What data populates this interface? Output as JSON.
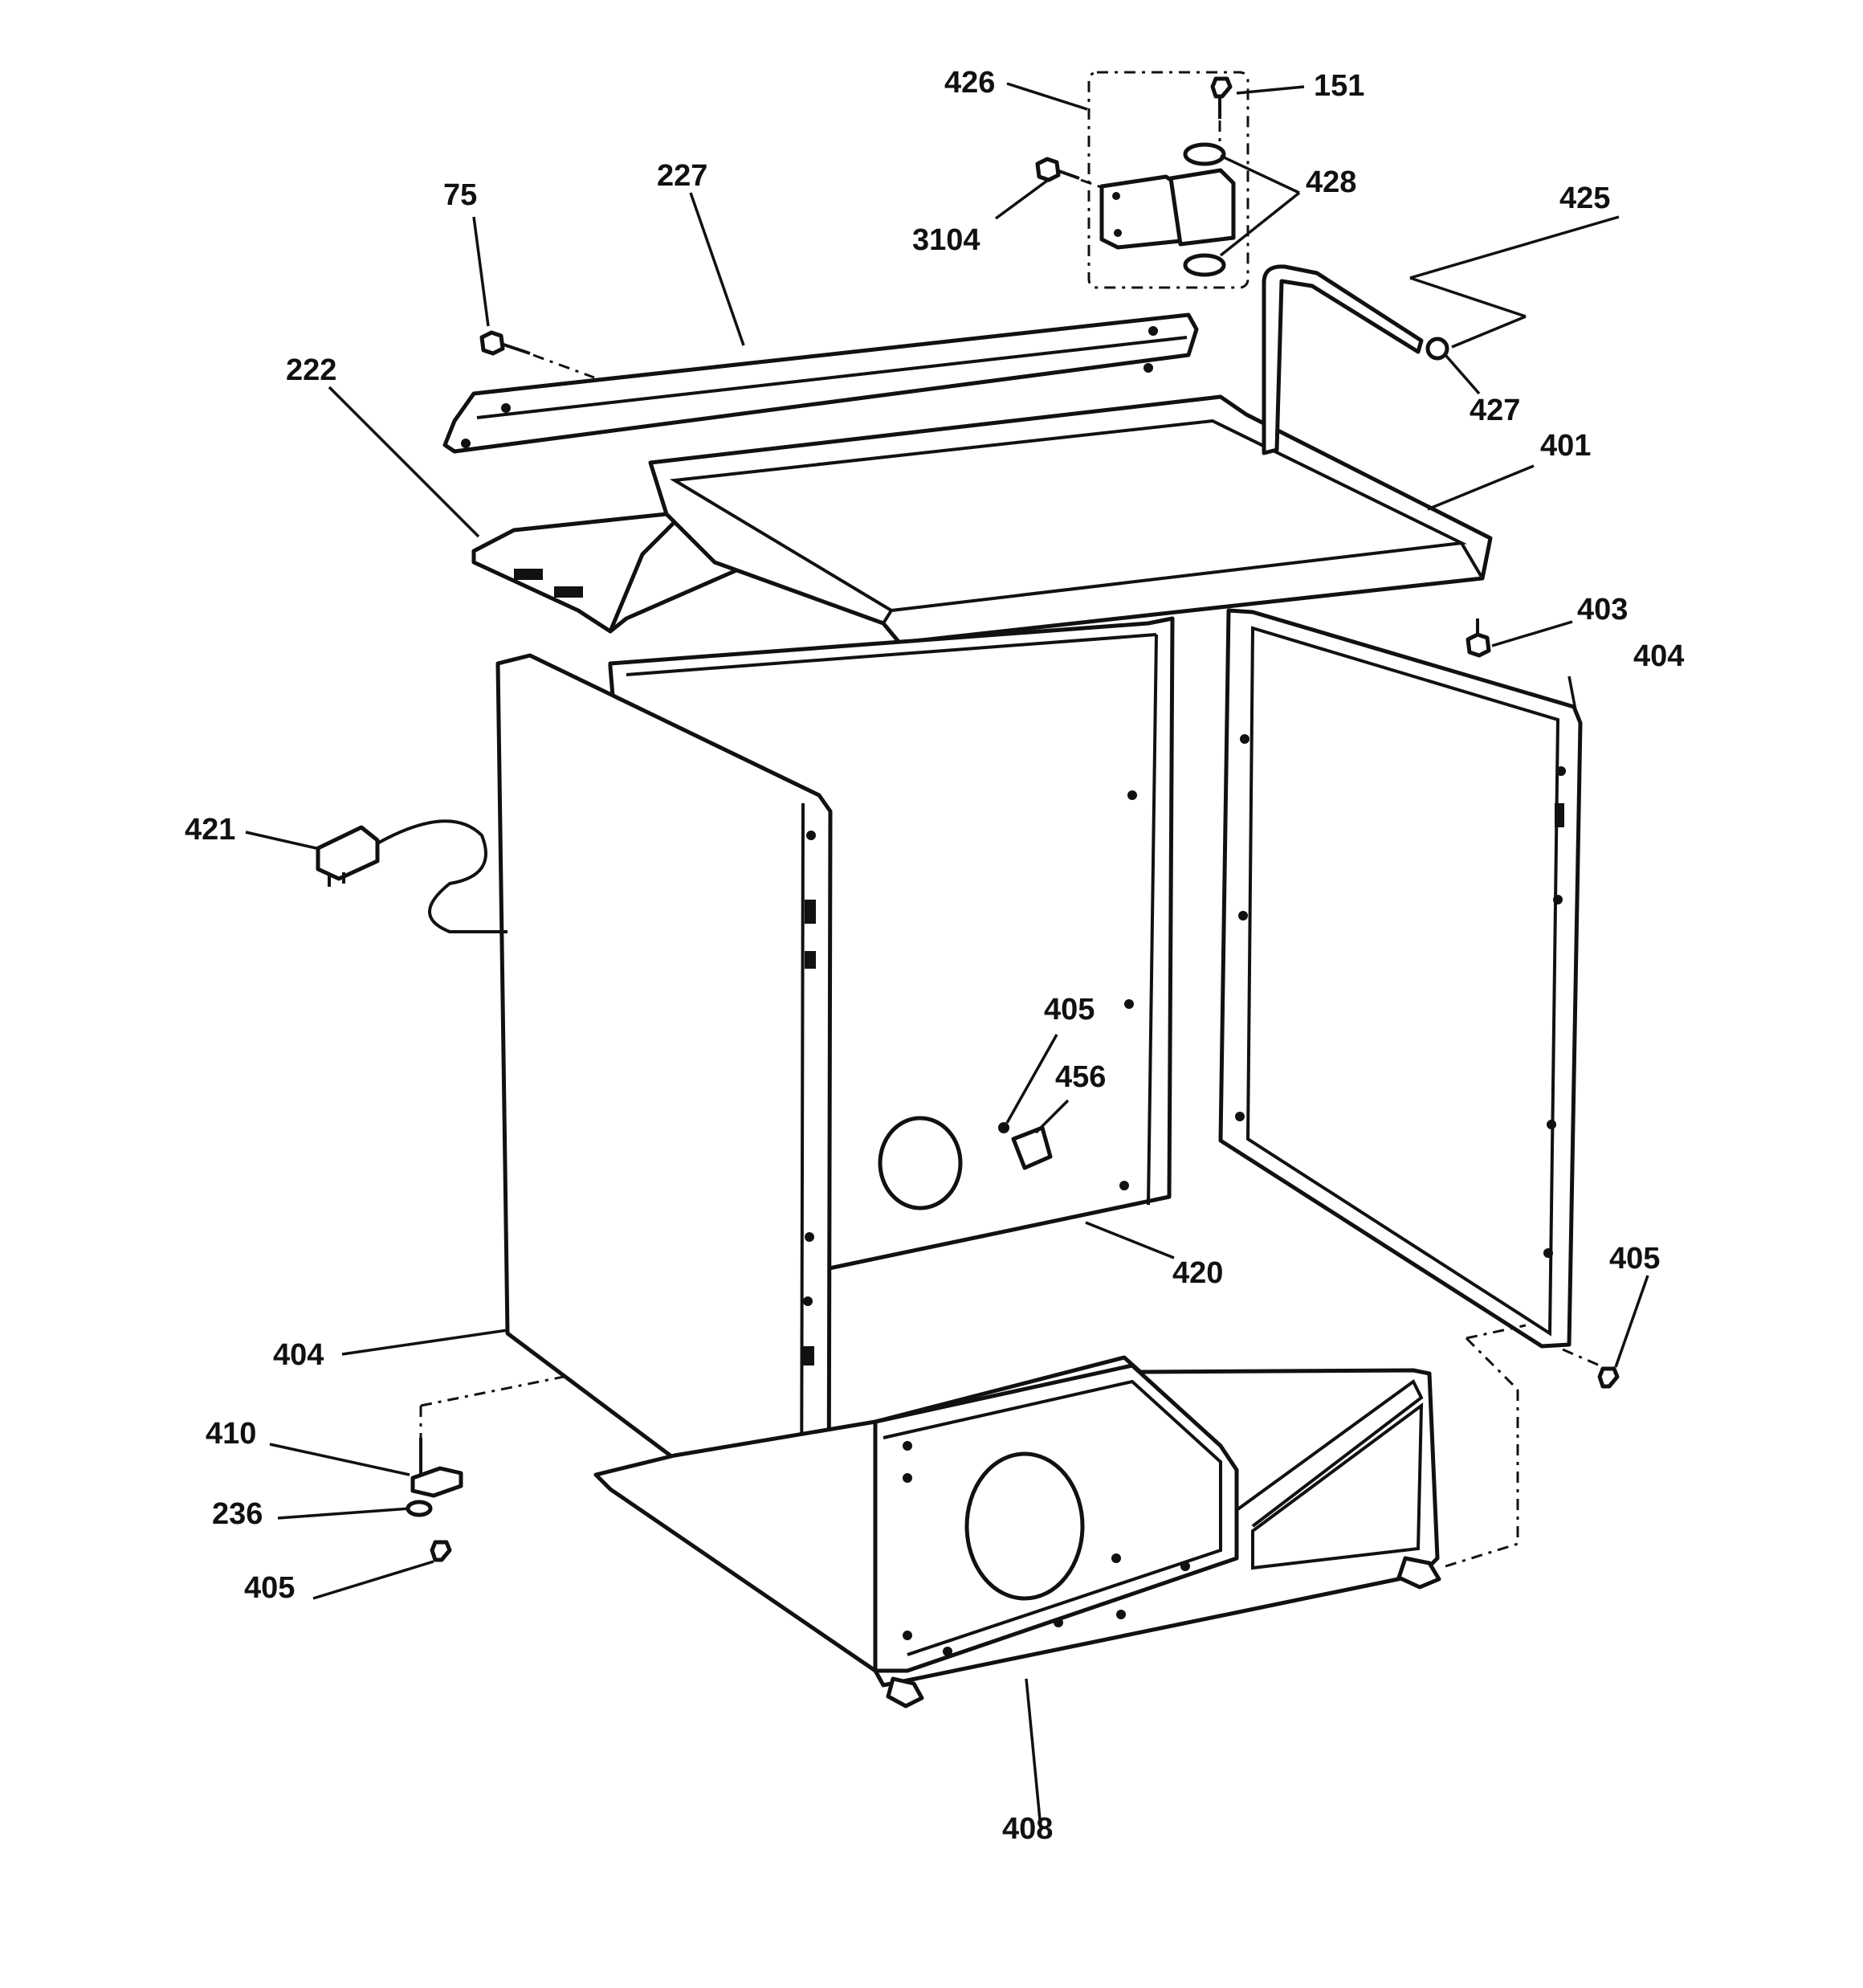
{
  "callouts": [
    {
      "id": "c426",
      "text": "426"
    },
    {
      "id": "c151",
      "text": "151"
    },
    {
      "id": "c428",
      "text": "428"
    },
    {
      "id": "c3104",
      "text": "3104"
    },
    {
      "id": "c425",
      "text": "425"
    },
    {
      "id": "c75",
      "text": "75"
    },
    {
      "id": "c227",
      "text": "227"
    },
    {
      "id": "c222",
      "text": "222"
    },
    {
      "id": "c427",
      "text": "427"
    },
    {
      "id": "c401",
      "text": "401"
    },
    {
      "id": "c403",
      "text": "403"
    },
    {
      "id": "c404r",
      "text": "404"
    },
    {
      "id": "c421",
      "text": "421"
    },
    {
      "id": "c405m",
      "text": "405"
    },
    {
      "id": "c456",
      "text": "456"
    },
    {
      "id": "c420",
      "text": "420"
    },
    {
      "id": "c405r",
      "text": "405"
    },
    {
      "id": "c404l",
      "text": "404"
    },
    {
      "id": "c410",
      "text": "410"
    },
    {
      "id": "c236",
      "text": "236"
    },
    {
      "id": "c405l",
      "text": "405"
    },
    {
      "id": "c408",
      "text": "408"
    }
  ]
}
